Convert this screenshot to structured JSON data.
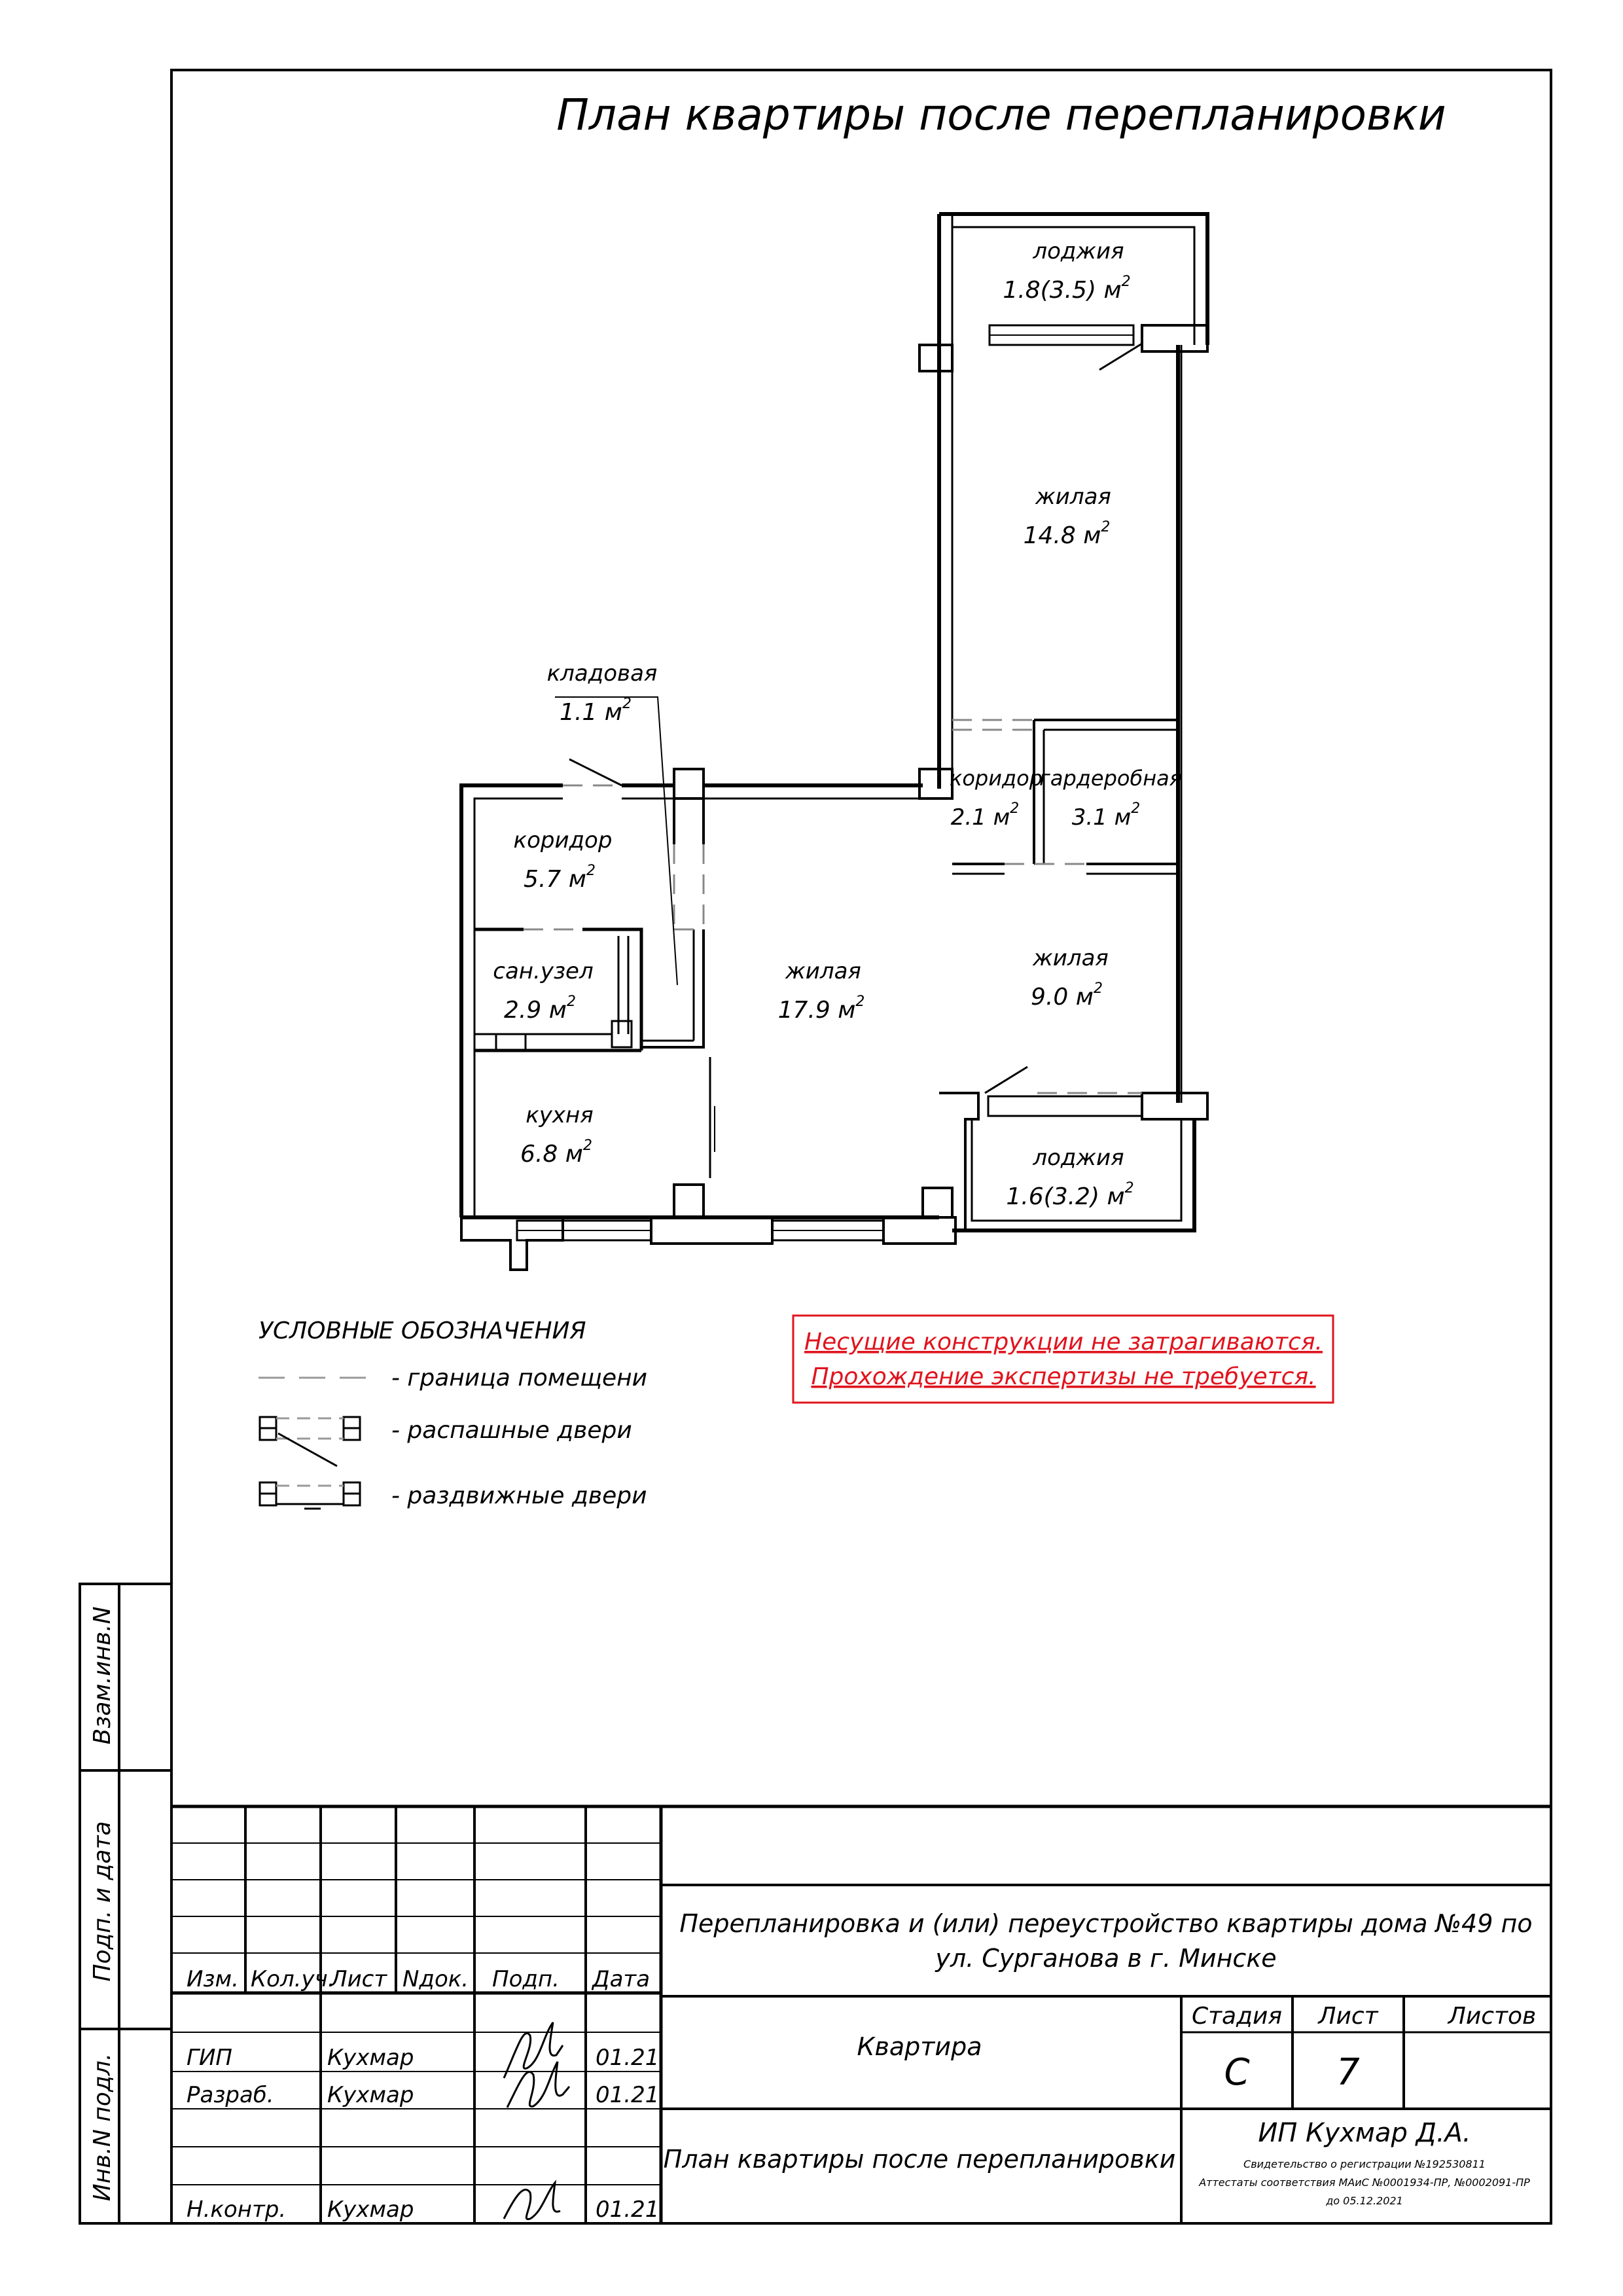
{
  "title": "План квартиры после перепланировки",
  "rooms": [
    {
      "name": "лоджия",
      "area": "1.8(3.5)",
      "unit": "м"
    },
    {
      "name": "жилая",
      "area": "14.8",
      "unit": "м"
    },
    {
      "name": "кладовая",
      "area": "1.1",
      "unit": "м"
    },
    {
      "name": "коридор",
      "area": "2.1",
      "unit": "м"
    },
    {
      "name": "гардеробная",
      "area": "3.1",
      "unit": "м"
    },
    {
      "name": "коридор",
      "area": "5.7",
      "unit": "м"
    },
    {
      "name": "сан.узел",
      "area": "2.9",
      "unit": "м"
    },
    {
      "name": "жилая",
      "area": "17.9",
      "unit": "м"
    },
    {
      "name": "жилая",
      "area": "9.0",
      "unit": "м"
    },
    {
      "name": "кухня",
      "area": "6.8",
      "unit": "м"
    },
    {
      "name": "лоджия",
      "area": "1.6(3.2)",
      "unit": "м"
    }
  ],
  "sup": "2",
  "legend": {
    "title": "УСЛОВНЫЕ ОБОЗНАЧЕНИЯ",
    "items": [
      "- граница помещени",
      "- распашные двери",
      "- раздвижные двери"
    ]
  },
  "notice": [
    "Несущие конструкции не затрагиваются.",
    "Прохождение экспертизы не требуется."
  ],
  "side_stamp": [
    "Взам.инв.N",
    "Подп. и дата",
    "Инв.N подл."
  ],
  "title_block": {
    "headers": [
      "Изм.",
      "Кол.уч.",
      "Лист",
      "Nдок.",
      "Подп.",
      "Дата"
    ],
    "rows": [
      {
        "role": "ГИП",
        "name": "Кухмар",
        "date": "01.21"
      },
      {
        "role": "Разраб.",
        "name": "Кухмар",
        "date": "01.21"
      },
      {
        "role": "Н.контр.",
        "name": "Кухмар",
        "date": "01.21"
      }
    ],
    "project": [
      "Перепланировка и (или) переустройство квартиры  дома №49 по",
      "ул. Сурганова в г. Минске"
    ],
    "object": "Квартира",
    "sheet_title": "План квартиры после перепланировки",
    "stage_label": "Стадия",
    "sheet_label": "Лист",
    "sheets_label": "Листов",
    "stage": "С",
    "sheet": "7",
    "sheets": "",
    "company": "ИП Кухмар Д.А.",
    "company_lines": [
      "Свидетельство о регистрации №192530811",
      "Аттестаты соответствия МАиС №0001934-ПР, №0002091-ПР",
      "до 05.12.2021"
    ]
  }
}
